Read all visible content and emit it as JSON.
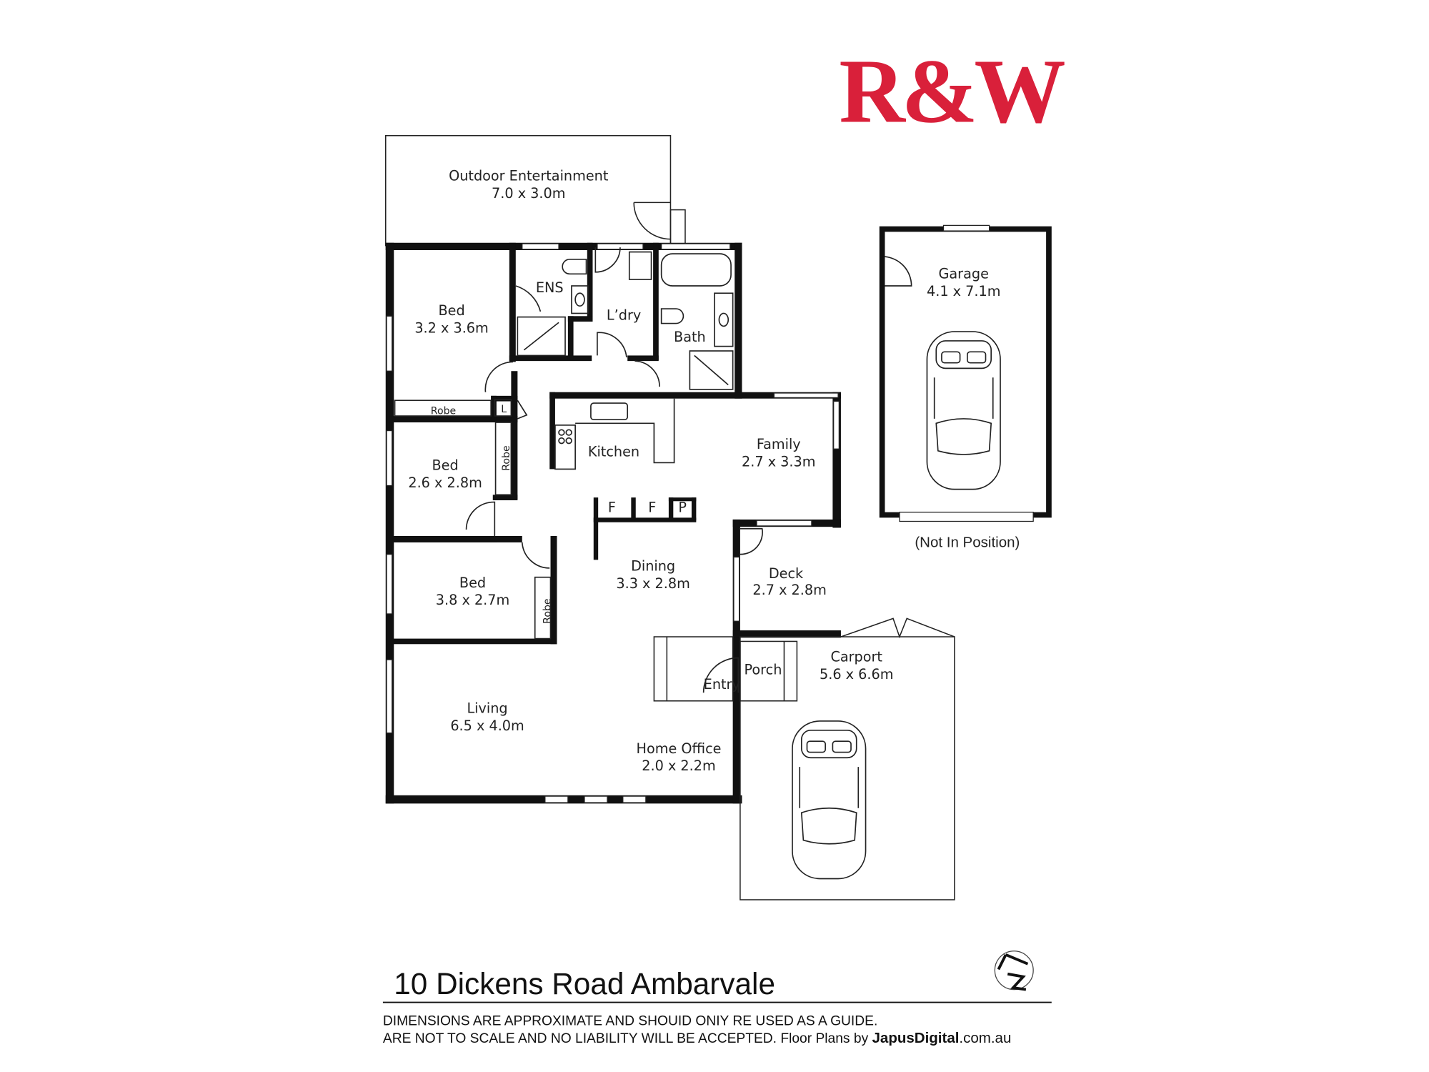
{
  "brand": {
    "logo_text": "R&W",
    "color": "#d9203a"
  },
  "rooms": {
    "outdoor": {
      "name": "Outdoor Entertainment",
      "size": "7.0 x 3.0m"
    },
    "bed1": {
      "name": "Bed",
      "size": "3.2 x 3.6m"
    },
    "ens": {
      "name": "ENS"
    },
    "laundry": {
      "name": "L’dry"
    },
    "bath": {
      "name": "Bath"
    },
    "robe1": {
      "name": "Robe"
    },
    "linen": {
      "name": "L"
    },
    "kitchen": {
      "name": "Kitchen"
    },
    "family": {
      "name": "Family",
      "size": "2.7 x 3.3m"
    },
    "bed2": {
      "name": "Bed",
      "size": "2.6 x 2.8m"
    },
    "robe2": {
      "name": "Robe"
    },
    "fridge1": {
      "name": "F"
    },
    "fridge2": {
      "name": "F"
    },
    "pantry": {
      "name": "P"
    },
    "dining": {
      "name": "Dining",
      "size": "3.3 x 2.8m"
    },
    "deck": {
      "name": "Deck",
      "size": "2.7 x 2.8m"
    },
    "bed3": {
      "name": "Bed",
      "size": "3.8 x 2.7m"
    },
    "robe3": {
      "name": "Robe"
    },
    "porch": {
      "name": "Porch"
    },
    "entry": {
      "name": "Entry"
    },
    "carport": {
      "name": "Carport",
      "size": "5.6 x 6.6m"
    },
    "living": {
      "name": "Living",
      "size": "6.5 x 4.0m"
    },
    "office": {
      "name": "Home Office",
      "size": "2.0 x 2.2m"
    },
    "garage": {
      "name": "Garage",
      "size": "4.1 x 7.1m",
      "note": "(Not In Position)"
    }
  },
  "footer": {
    "address": "10 Dickens Road Ambarvale",
    "disclaimer_line1": "DIMENSIONS ARE APPROXIMATE AND SHOUID ONIY RE USED AS A GUIDE.",
    "disclaimer_line2": "ARE NOT TO SCALE AND NO LIABILITY WILL BE ACCEPTED. Floor Plans by ",
    "credit_bold": "JapusDigital",
    "credit_suffix": ".com.au"
  },
  "icons": {
    "north": "north-arrow-icon",
    "car": "car-icon"
  }
}
